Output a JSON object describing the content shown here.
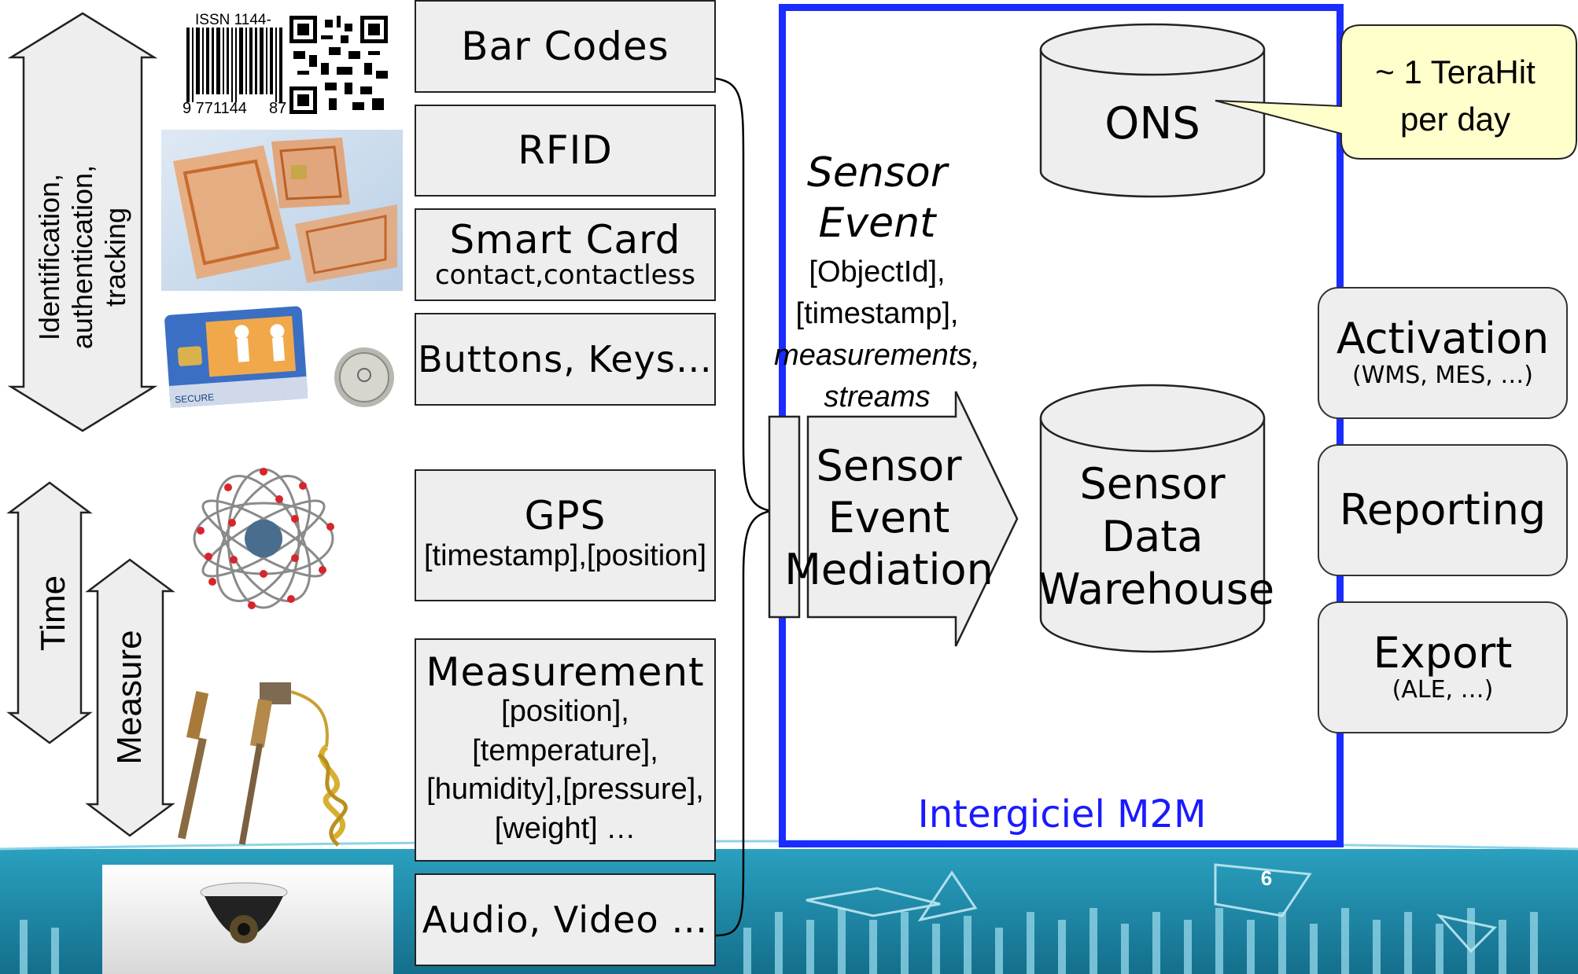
{
  "left_arrows": {
    "identification": [
      "Identification,",
      "authentication,",
      "tracking"
    ],
    "time": "Time",
    "measure": "Measure"
  },
  "thumbnails": {
    "barcode_issn": "ISSN 1144-",
    "barcode_digits": "9 771144",
    "barcode_digits2": "87",
    "smartcard_brand": "SECURE"
  },
  "devices": [
    {
      "title": "Bar Codes",
      "sub": ""
    },
    {
      "title": "RFID",
      "sub": ""
    },
    {
      "title": "Smart Card",
      "sub": "contact,contactless"
    },
    {
      "title": "Buttons, Keys…",
      "sub": ""
    },
    {
      "title": "GPS",
      "sub": "[timestamp],[position]"
    },
    {
      "title": "Measurement",
      "sub_lines": [
        "[position],",
        "[temperature],",
        "[humidity],[pressure],",
        "[weight] …"
      ]
    },
    {
      "title": "Audio, Video …",
      "sub": ""
    }
  ],
  "sensor_event": {
    "title_lines": [
      "Sensor",
      "Event"
    ],
    "attr_lines": [
      "[ObjectId],",
      "[timestamp],",
      "measurements,",
      "streams"
    ]
  },
  "mediation": [
    "Sensor",
    "Event",
    "Mediation"
  ],
  "ons": "ONS",
  "callout": [
    "~ 1 TeraHit",
    "per day"
  ],
  "warehouse": [
    "Sensor",
    "Data",
    "Warehouse"
  ],
  "outputs": [
    {
      "title": "Activation",
      "sub": "(WMS, MES, …)"
    },
    {
      "title": "Reporting",
      "sub": ""
    },
    {
      "title": "Export",
      "sub": "(ALE, …)"
    }
  ],
  "middleware_label": "Intergiciel M2M",
  "page_number": "6",
  "colors": {
    "frame": "#1a2cff",
    "label": "#1a1aff",
    "callout": "#ffffcc",
    "footer": "#1b87a6"
  }
}
